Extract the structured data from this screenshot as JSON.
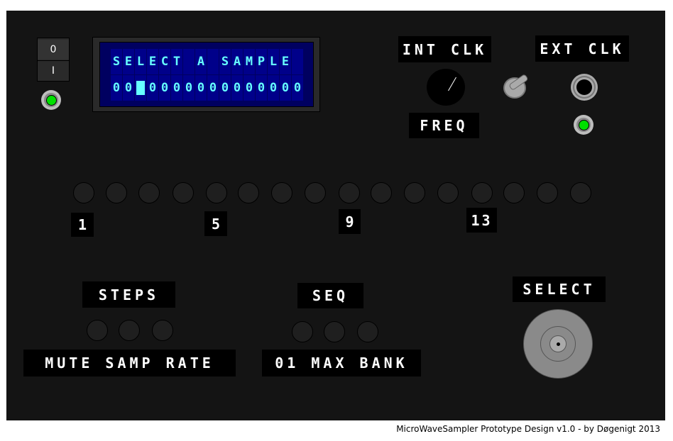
{
  "power_switch": {
    "off_symbol": "0",
    "on_symbol": "I"
  },
  "lcd": {
    "line1": "SELECT A SAMPLE ",
    "line2": "00_0000000000000",
    "cursor_index": 2
  },
  "labels": {
    "int_clk": "INT CLK",
    "ext_clk": "EXT CLK",
    "freq": "FREQ",
    "steps": "STEPS",
    "mute_samp_rate": "MUTE SAMP RATE",
    "seq": "SEQ",
    "max_bank": "01 MAX BANK",
    "select": "SELECT"
  },
  "step_numbers": [
    "1",
    "5",
    "9",
    "13"
  ],
  "step_button_count": 16,
  "footer": "MicroWaveSampler Prototype Design v1.0 - by Døgenigt 2013",
  "colors": {
    "panel": "#141414",
    "lcd_bg": "#000080",
    "lcd_text": "#66ffff",
    "led": "#00e000"
  }
}
